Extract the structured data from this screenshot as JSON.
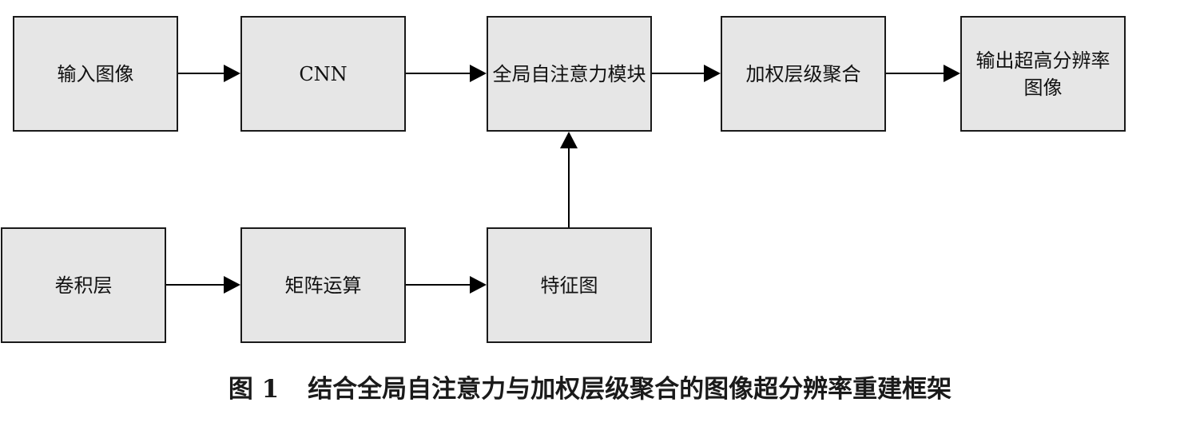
{
  "diagram": {
    "nodes": {
      "input_image": "输入图像",
      "cnn": "CNN",
      "global_attention": "全局自注意力模块",
      "weighted_aggregation": "加权层级聚合",
      "output_sr_image": "输出超高分辨率图像",
      "conv_layer": "卷积层",
      "matrix_op": "矩阵运算",
      "feature_map": "特征图"
    },
    "edges": [
      {
        "from": "输入图像",
        "to": "CNN"
      },
      {
        "from": "CNN",
        "to": "全局自注意力模块"
      },
      {
        "from": "全局自注意力模块",
        "to": "加权层级聚合"
      },
      {
        "from": "加权层级聚合",
        "to": "输出超高分辨率图像"
      },
      {
        "from": "卷积层",
        "to": "矩阵运算"
      },
      {
        "from": "矩阵运算",
        "to": "特征图"
      },
      {
        "from": "特征图",
        "to": "全局自注意力模块"
      }
    ]
  },
  "caption": {
    "label": "图 1",
    "text": "结合全局自注意力与加权层级聚合的图像超分辨率重建框架"
  },
  "colors": {
    "box_fill": "#e6e6e6",
    "box_border": "#1a1a1a",
    "arrow": "#000000"
  }
}
